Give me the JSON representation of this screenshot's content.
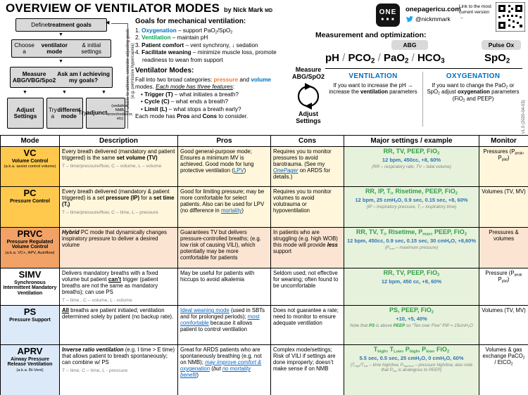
{
  "colors": {
    "accent_blue": "#0070C0",
    "accent_green": "#00A651",
    "accent_orange": "#ED7D31",
    "settings_green": "#2EA043",
    "example_blue": "#2E74B5",
    "link_blue": "#0563C1",
    "vc_pc_cell": "#FFC94D",
    "prvc_cell": "#F2A266",
    "ps_aprv_cell": "#DCE9F8",
    "settings_bg": "#E7F2DC"
  },
  "icons": {
    "down_arrow": "▼",
    "left_arrow": "◀"
  },
  "header": {
    "title": "OVERVIEW OF VENTILATOR MODES",
    "byline_html": "by Nick Mark <span class='md'>MD</span>",
    "logo_text": "ONE",
    "logo_dots": "■ ■ ■",
    "site": "onepagericu.com",
    "twitter_handle": "@nickmmark",
    "link_note": "Link to the most current version →",
    "version": "v1.0 (2020-04-03)"
  },
  "flowchart": {
    "side_note": "If unable to achieve, consider adjusting goals (e.g. permissive hypercapnia)",
    "step1_html": "Define <b>treatment goals</b>",
    "step2_html": "Choose a <b>ventilator mode</b> &amp; initial settings",
    "step3_html": "<b>Measure ABG/VBG/Spo2</b><br><b>Ask am I achieving my goals?</b>",
    "branch1_html": "<b>Adjust Settings</b>",
    "branch2_html": "Try a <b>different mode</b>",
    "branch3_html": "Try <b>adjunct</b><br><span class='tiny'>(sedation, NMB, bronchodilator, etc)</span>"
  },
  "goals": {
    "title": "Goals for mechanical ventilation:",
    "item1_html": "1. <b class='blue'>Oxygenation</b> – support PaO<sub>2</sub>/SpO<sub>2</sub>",
    "item2_html": "2. <b class='green'>Ventilation</b> – maintain pH",
    "item3_html": "3. <b>Patient comfort</b> – vent synchrony, ↓ sedation",
    "item4_html": "4. <b>Facilitate weaning</b> – minimize muscle loss, promote readiness to wean from support"
  },
  "modes_info": {
    "title": "Ventilator Modes:",
    "intro_html": "Fall into two broad categories: <b class='orange'>pressure</b> and <b class='blue'>volume</b> modes. <u><i>Each mode has three features</i></u>:",
    "bullet1_html": "• <b>Trigger (T)</b> – what initiates a breath?",
    "bullet2_html": "• <b>Cycle (C)</b> – what ends a breath?",
    "bullet3_html": "• <b>Limit (L)</b> – what stops a breath early?",
    "outro_html": "Each mode has <b>Pros</b> and <b>Cons</b> to consider."
  },
  "cycle": {
    "measure": "Measure ABG/SpO2",
    "adjust": "Adjust Settings"
  },
  "measurement": {
    "title": "Measurement and optimization:",
    "abg_label": "ABG",
    "pulseox_label": "Pulse Ox",
    "abg_values_html": "pH <span class='sl'>/</span> PCO<sub>2</sub> <span class='sl'>/</span> PaO<sub>2</sub> <span class='sl'>/</span> HCO<sub>3</sub>",
    "spo2_html": "SpO<sub>2</sub>",
    "ventilation_title": "VENTILATION",
    "ventilation_text_html": "If you want to increase the pH → increase the <b>ventilation</b> parameters",
    "oxygenation_title": "OXYGENATION",
    "oxygenation_text_html": "If you want to change the PaO<sub>2</sub> or SpO<sub>2</sub> adjust <b>oxygenation</b> parameters (FiO<sub>2</sub> and PEEP)"
  },
  "table": {
    "headers": [
      "Mode",
      "Description",
      "Pros",
      "Cons",
      "Major settings / example",
      "Monitor"
    ],
    "rows": [
      {
        "acronym": "VC",
        "name": "Volume Control",
        "aka": "(a.k.a. assist control volume)",
        "desc_html": "Every breath delivered (mandatory and patient triggered) is the same <b>set volume (TV)</b>",
        "tcl": "T – time/pressure/flow, C – volume, L – volume",
        "pros_html": "Good general-purpose mode; Ensures a minimum MV is achieved. Good mode for lung protective ventilation (<span class='link'>LPV</span>)",
        "cons_html": "Requires you to monitor pressures to avoid barotrauma. (See my <i class='link'>OnePager</i> on ARDS for details.)",
        "settings_html": "RR, TV, PEEP, FiO<sub>2</sub>",
        "example_html": "12 bpm, 450cc, +8, 60%",
        "note_html": "(RR – respiratory rate, TV – tidal volume)",
        "monitor_html": "Pressures (P<sub>peak</sub>, P<sub>plat</sub>)"
      },
      {
        "acronym": "PC",
        "name": "Pressure Control",
        "aka": "",
        "desc_html": "Every breath delivered (mandatory &amp; patient triggered) is a set <b>pressure (IP)</b> for a <b>set time (T<sub>i</sub>)</b>",
        "tcl": "T – time/pressure/flow, C – time, L – pressure",
        "pros_html": "Good for limiting pressure; may be more comfortable for select patients. Also can be used for LPV (no difference in <span class='link'>mortality</span>)",
        "cons_html": "Requires you to monitor volumes to avoid volutrauma or hypoventilation",
        "settings_html": "RR, IP, T<sub>i</sub>, Risetime, PEEP, FiO<sub>2</sub>",
        "example_html": "12 bpm, 25 cmH<sub>2</sub>O, 0.9 sec, 0.15 sec, +8, 60%",
        "note_html": "(IP – inspiratory pressure, T<sub>i</sub> – inspiratory time)",
        "monitor_html": "Volumes (TV, MV)"
      },
      {
        "acronym": "PRVC",
        "name": "Pressure Regulated Volume Control",
        "aka": "(a.k.a. VC+, APV, Autoflow)",
        "desc_html": "<b><i>Hybrid</i></b> PC mode that dynamically changes inspiratory pressure to deliver a desired volume",
        "tcl": "",
        "pros_html": "Guarantees TV but delivers pressure-controlled breaths; (e.g. low risk of causing VILI), which potentially may be more comfortable for patients",
        "cons_html": "In patients who are struggling (e.g. high WOB) this mode will provide <b><i>less</i></b> support",
        "settings_html": "RR, TV, T<sub>i</sub>, Risetime, P<sub>max</sub>, PEEP, FiO<sub>2</sub>",
        "example_html": "12 bpm, 450cc, 0.9 sec, 0.15 sec, 30 cmH<sub>2</sub>O, +8,60%",
        "note_html": "(P<sub>max</sub> – maximum pressure)",
        "monitor_html": "Pressures &amp; volumes"
      },
      {
        "acronym": "SIMV",
        "name": "Synchronous Intermittent Mandatory Ventilation",
        "aka": "",
        "desc_html": "Delivers mandatory breaths with a fixed volume but patient <b><u>can’t</u></b> trigger (patient breaths are not the same as mandatory breaths); can use PS",
        "tcl": "T – time , C – volume, L - volume",
        "pros_html": "May be useful for patients with hiccups to avoid alkalemia",
        "cons_html": "Seldom used; not effective for weaning; often found to be uncomfortable",
        "settings_html": "RR, TV, PEEP, FiO<sub>2</sub>",
        "example_html": "12 bpm, 450 cc, +8, 60%",
        "note_html": "",
        "monitor_html": "Pressure (P<sub>peak</sub> P<sub>plat</sub>)"
      },
      {
        "acronym": "PS",
        "name": "Pressure Support",
        "aka": "",
        "desc_html": "<b><u>All</u></b> breaths are patient initiated; ventilation determined solely by patient (no backup rate).",
        "tcl": "",
        "pros_html": "<span class='link'>Ideal weaning mode</span> (used in SBTs and for prolonged periods); <span class='link'>most comfortable</span> because it allows patient to control ventilation",
        "cons_html": "Does not guarantee a rate; need to monitor to ensure adequate ventilation",
        "settings_html": "PS, PEEP, FiO<sub>2</sub>",
        "example_html": "+10, +5, 40%",
        "note_html": "<i>Note that <b class='gtxt'>PS</b> is above <b class='gtxt'>PEEP</b> so “Ten over Five” PIP = 15cmH<sub>2</sub>O</i>",
        "monitor_html": "Volumes (TV, MV)"
      },
      {
        "acronym": "APRV",
        "name": "Airway Pressure Release Ventilation",
        "aka": "(a.k.a. Bi-Vent)",
        "desc_html": "<b><i>Inverse ratio ventilation</i></b> (e.g. I time &gt; E time) that allows patient to breath spontaneously; can combine w/ PS",
        "tcl": "T – time, C – time, L -  pressure",
        "pros_html": "Great for ARDS patients who are spontaneously breathing (e.g. not on NMB); <i class='link'>may improve comfort &amp; oxygenation</i> (<i>but <span class='link'>no mortality benefit</span></i>)",
        "cons_html": "Complex mode/settings; Risk of VILI if settings are done improperly; doesn’t make sense if on NMB",
        "settings_html": "T<sub>high</sub>, T<sub>Low</sub>, P<sub>high</sub>, P<sub>low</sub>, FiO<sub>2</sub>",
        "example_html": "5.5 sec, 0.5 sec, 25 cmH<sub>2</sub>O, 0 cmH<sub>2</sub>O, 60%",
        "note_html": "(T<sub>high</sub>/T<sub>low</sub> – time high/low, P<sub>high/low</sub> – pressure high/low, also note that P<sub>low</sub> is analogous to PEEP)",
        "monitor_html": "Volumes &amp; gas exchange PaCO<sub>2</sub> / EtCO<sub>2</sub>"
      }
    ]
  }
}
